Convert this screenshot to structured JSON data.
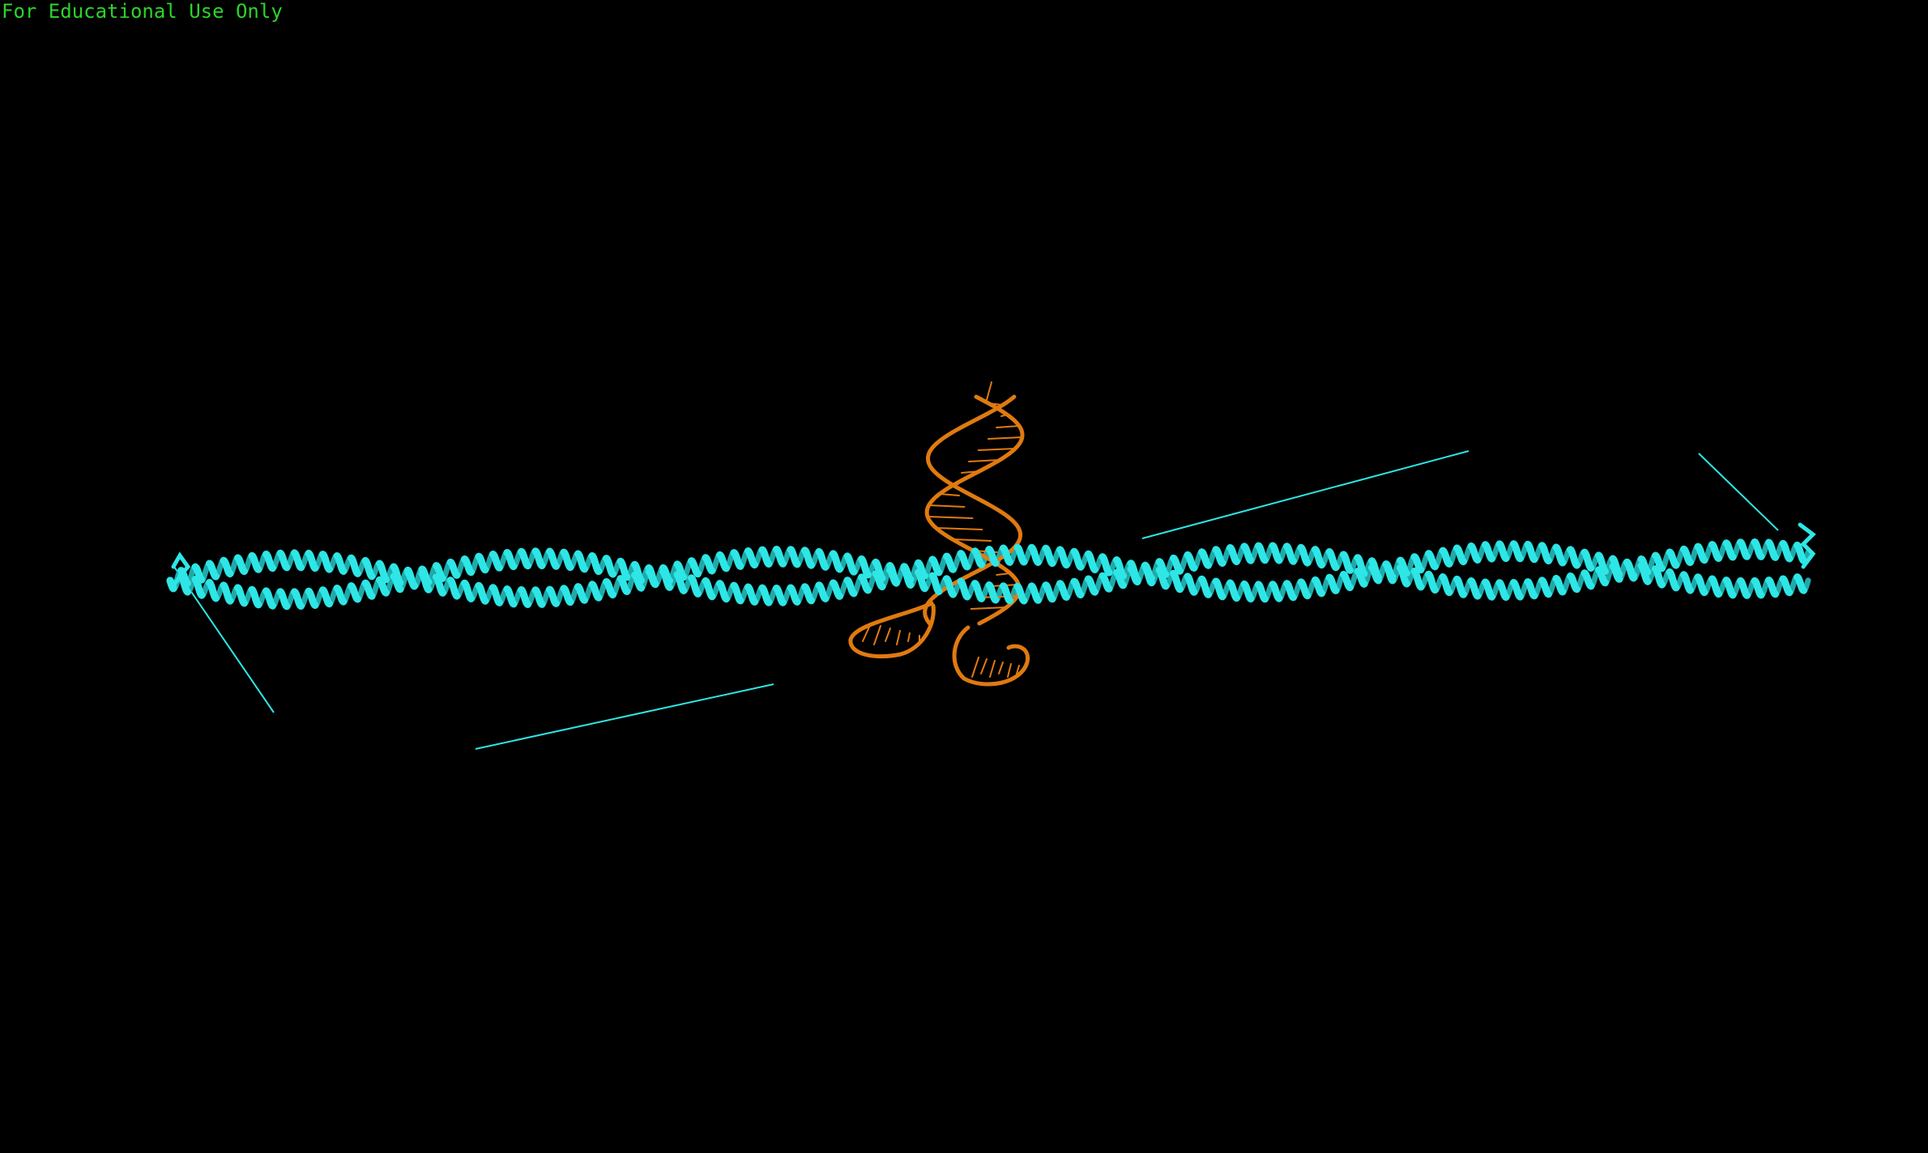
{
  "watermark": {
    "text": "For Educational Use Only"
  },
  "colors": {
    "background": "#000000",
    "watermark": "#2bd42b",
    "protein": "#2ee6e6",
    "nucleic_acid": "#e07a10"
  },
  "scene": {
    "protein_style": "cartoon coiled-coil helices",
    "nucleic_acid_style": "cartoon double helix"
  }
}
